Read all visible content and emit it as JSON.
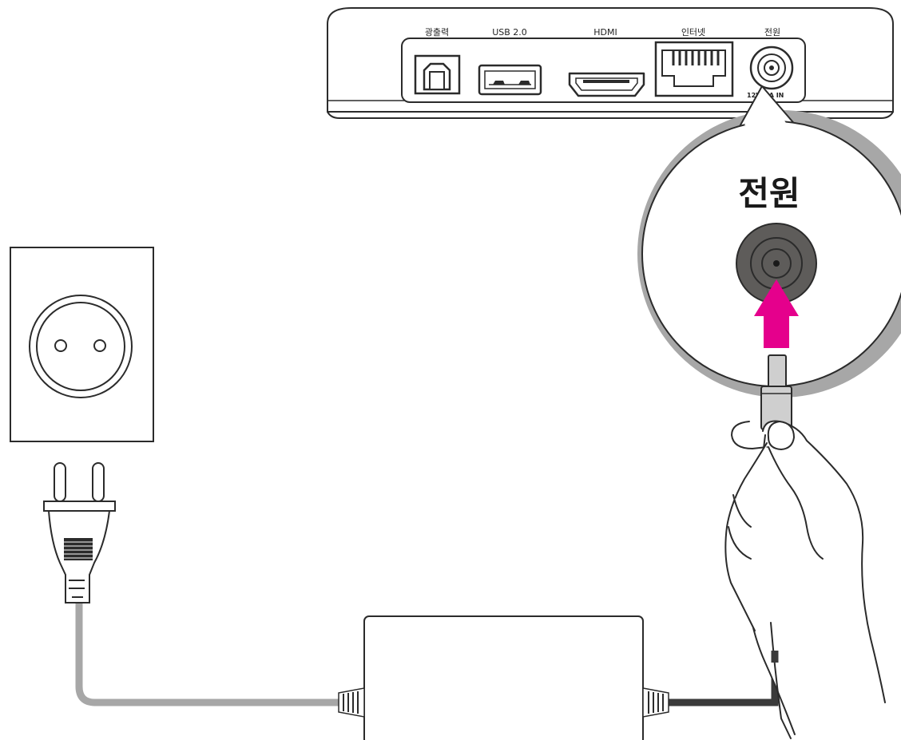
{
  "device": {
    "ports": {
      "optical": "광출력",
      "usb": "USB 2.0",
      "hdmi": "HDMI",
      "ethernet": "인터넷",
      "power": "전원"
    },
    "power_spec": "12V ═ A IN"
  },
  "callout": {
    "title": "전원"
  },
  "colors": {
    "arrow": "#e5008c",
    "ac_cable": "#a7a7a7",
    "dc_cable": "#3a3a3a",
    "jack": "#5e5c5a",
    "stroke": "#2b2b2b"
  }
}
